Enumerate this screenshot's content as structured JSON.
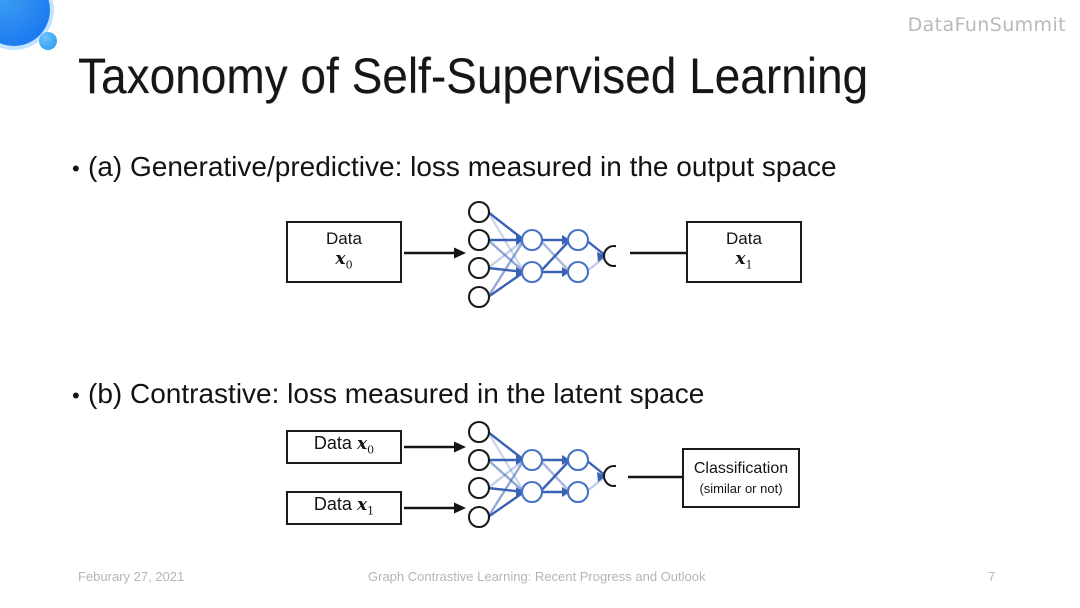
{
  "brand": {
    "name": "DataFunSummit"
  },
  "logo": {
    "big_circle_color": "#1f7df0",
    "small_circle_color": "#3ea8f5"
  },
  "title": "Taxonomy of Self-Supervised Learning",
  "bullets": [
    {
      "marker": "•",
      "text": "(a) Generative/predictive: loss measured in the output space"
    },
    {
      "marker": "•",
      "text": "(b) Contrastive: loss measured in the latent space"
    }
  ],
  "colors": {
    "node_blue": "#4472c4",
    "edge_blue": "#3a62b4",
    "outline_black": "#1a1a1a",
    "brand_gray": "#b9b9b9",
    "footer_gray": "#b5b5b5"
  },
  "diagram_a": {
    "input_box": {
      "line1": "Data",
      "var": "x",
      "sub": "0"
    },
    "output_box": {
      "line1": "Data",
      "var": "x",
      "sub": "1"
    },
    "network": {
      "input_nodes": 4,
      "hidden_layer_1_nodes": 2,
      "hidden_layer_2_nodes": 2,
      "output_nodes": 1,
      "input_node_fill": "#ffffff",
      "hidden_node_stroke": "#4472c4",
      "output_node_stroke": "#1a1a1a"
    }
  },
  "diagram_b": {
    "input_box_top": {
      "label": "Data",
      "var": "x",
      "sub": "0"
    },
    "input_box_bottom": {
      "label": "Data",
      "var": "x",
      "sub": "1"
    },
    "output_box": {
      "line1": "Classification",
      "line2": "(similar or not)"
    },
    "network": {
      "input_nodes": 4,
      "hidden_layer_1_nodes": 2,
      "hidden_layer_2_nodes": 2,
      "output_nodes": 1
    }
  },
  "footer": {
    "date": "Feburary 27, 2021",
    "center": "Graph Contrastive Learning: Recent Progress and Outlook",
    "page": "7"
  }
}
